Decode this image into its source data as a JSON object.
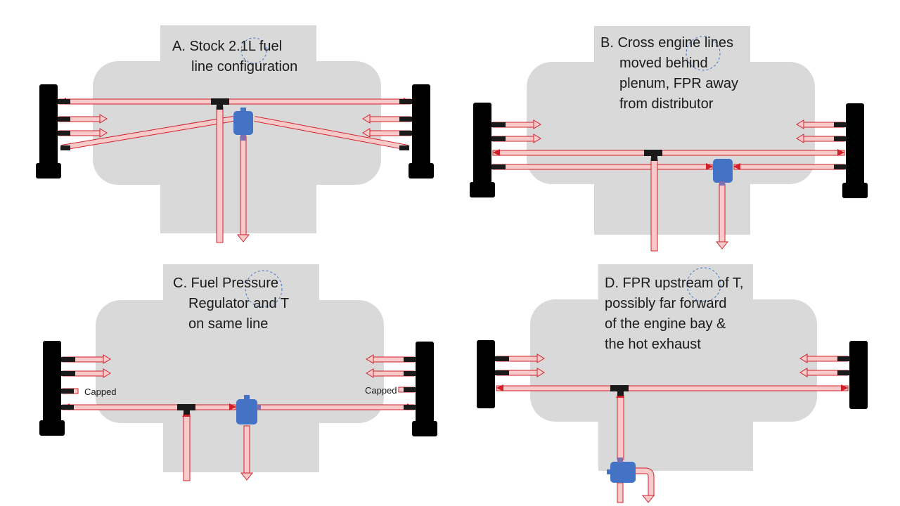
{
  "colors": {
    "engine_block": "#d9d9d9",
    "fuel_rail": "#000000",
    "line_fill": "#f8caca",
    "line_stroke": "#d0202a",
    "fpr_regulator": "#4472c4",
    "tee_fitting": "#1a1a1a"
  },
  "panels": [
    {
      "id": "A",
      "title_lines": [
        "A. Stock 2.1L fuel",
        "line configuration"
      ],
      "notes": []
    },
    {
      "id": "B",
      "title_lines": [
        "B. Cross engine lines",
        "moved behind",
        "plenum, FPR away",
        "from distributor"
      ],
      "notes": []
    },
    {
      "id": "C",
      "title_lines": [
        "C. Fuel Pressure",
        "Regulator and T",
        "on same line"
      ],
      "notes": [
        "Capped",
        "Capped"
      ]
    },
    {
      "id": "D",
      "title_lines": [
        "D. FPR upstream of T,",
        "possibly far forward",
        "of the engine bay &",
        "the hot exhaust"
      ],
      "notes": []
    }
  ]
}
